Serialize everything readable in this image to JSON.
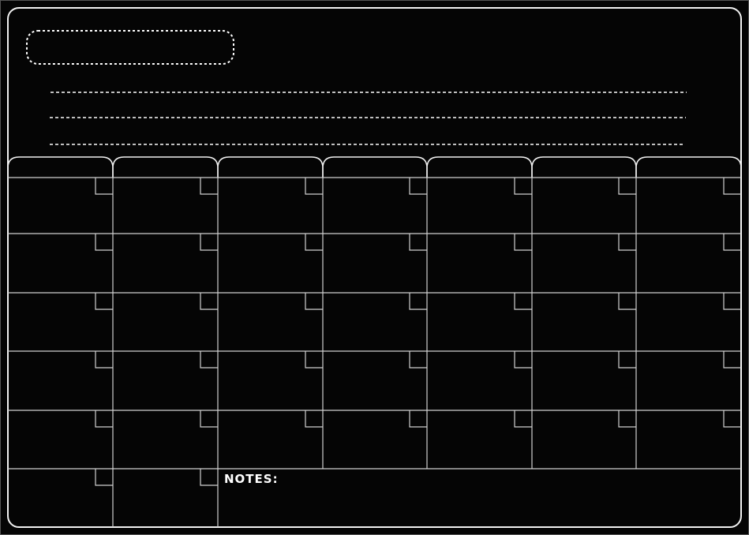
{
  "calendar": {
    "notes_label": "NOTES:",
    "columns": 7,
    "week_rows": 5,
    "colors": {
      "background": "#050505",
      "line": "#d0d0d0",
      "border": "#f2f2f2"
    }
  }
}
